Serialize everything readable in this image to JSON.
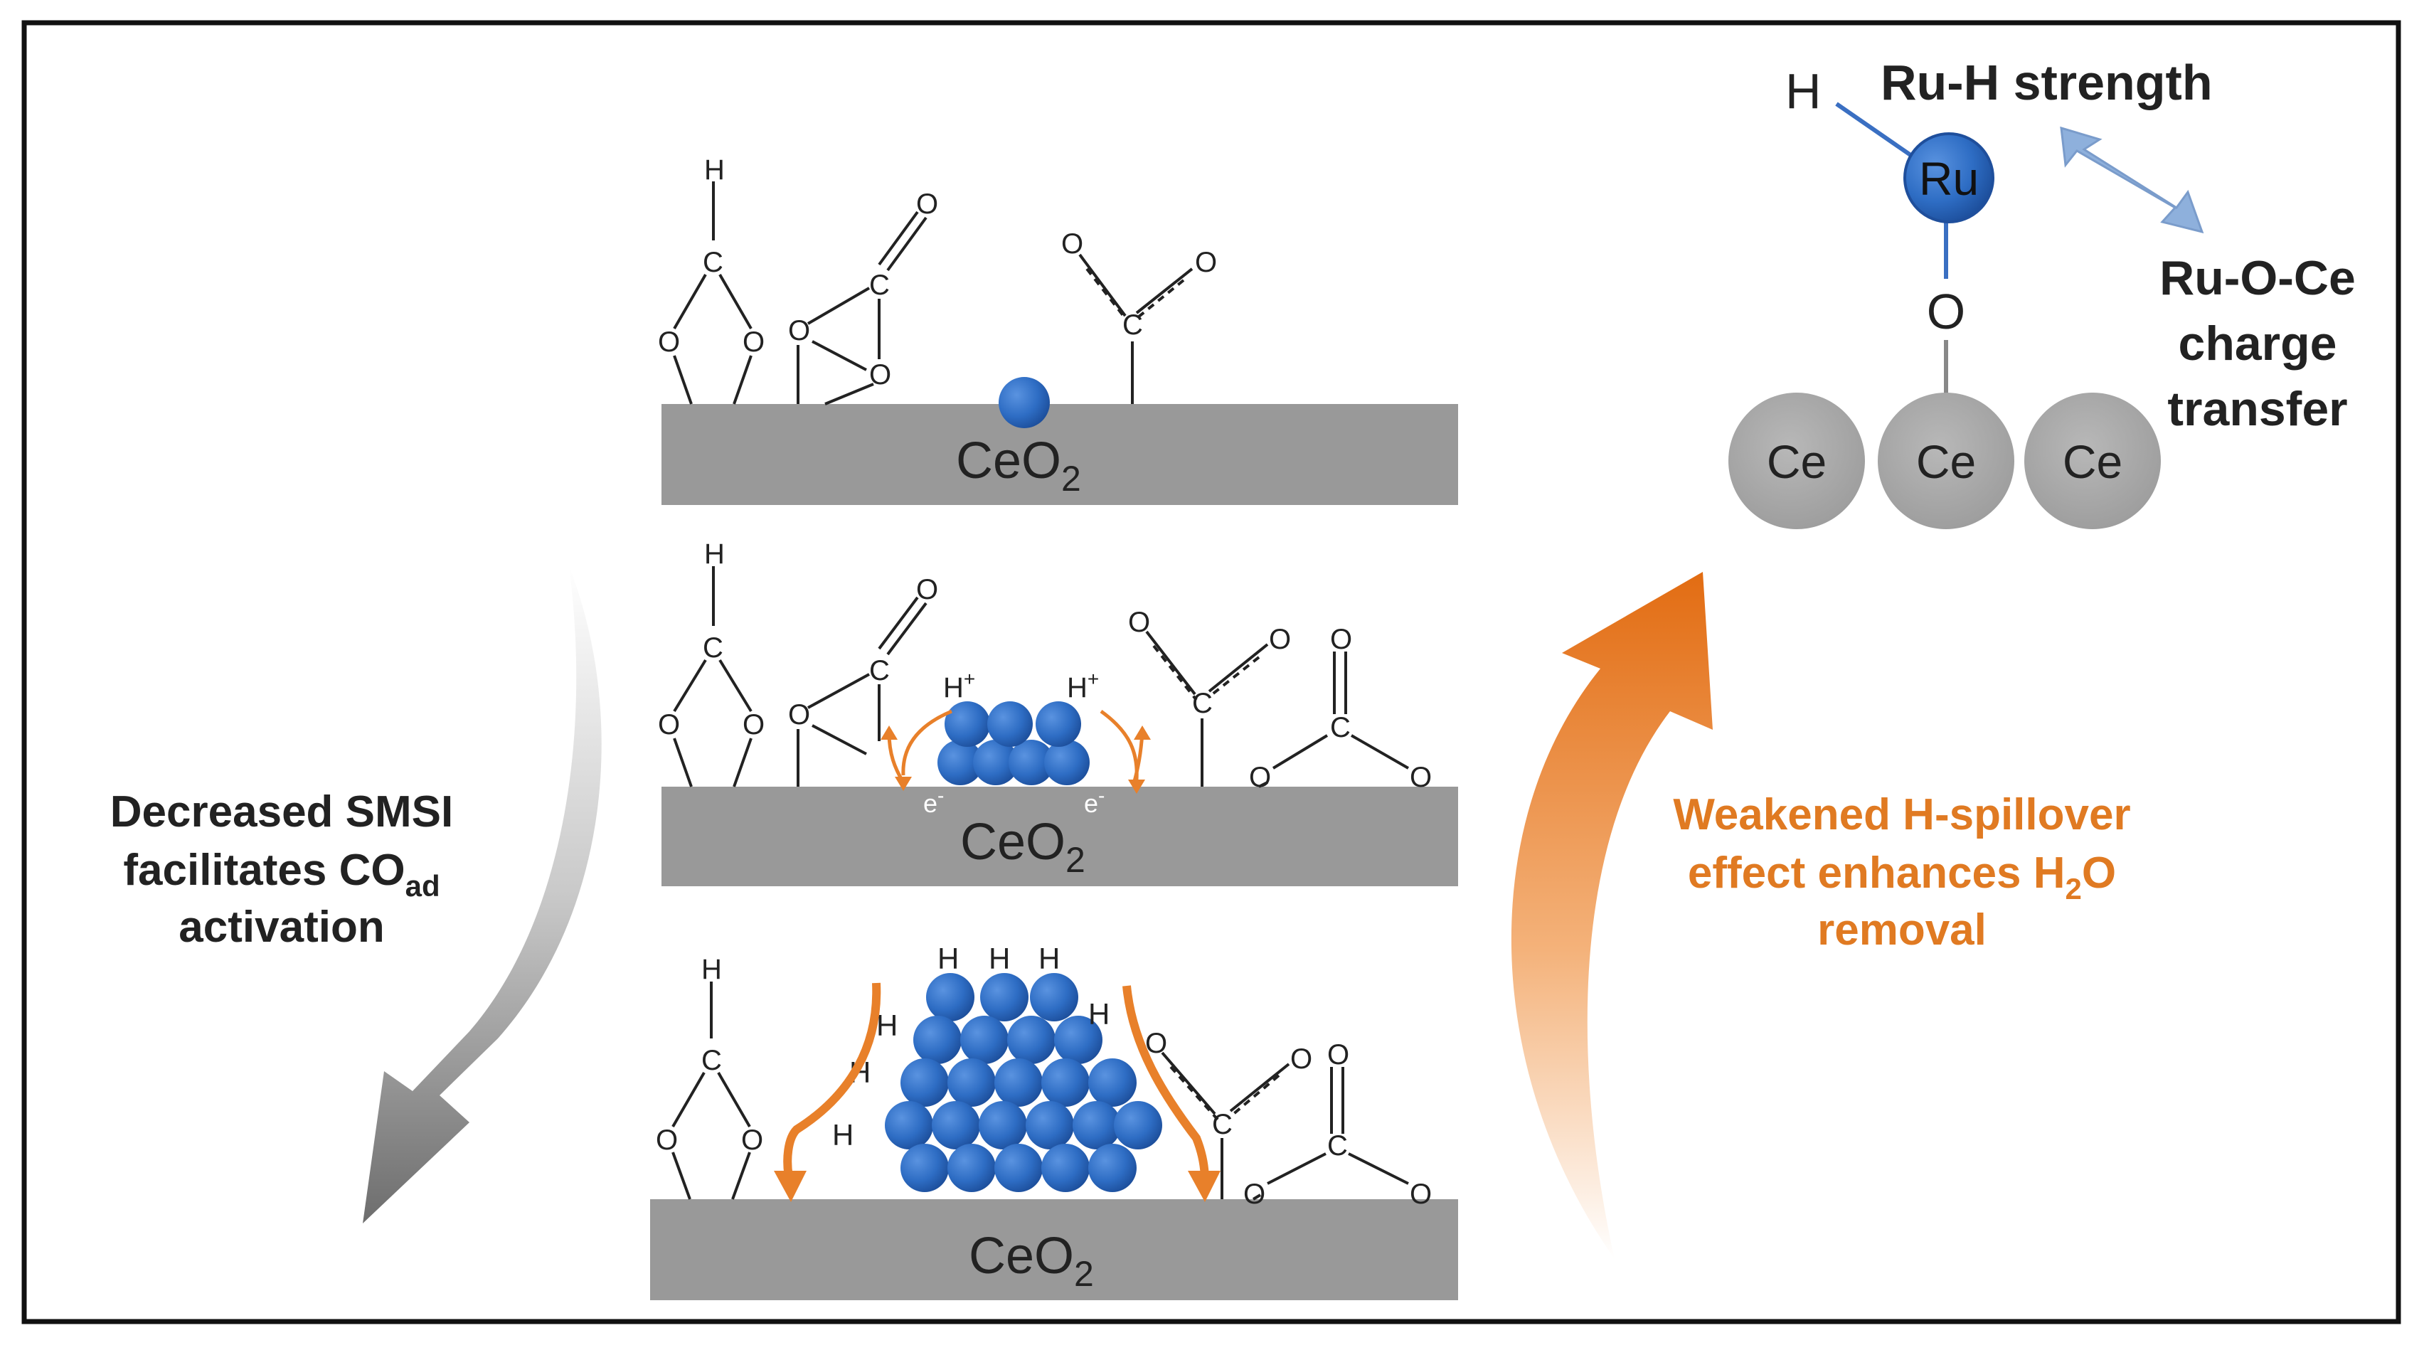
{
  "colors": {
    "frame": "#111111",
    "slab": "#999999",
    "ru_blue": "#2e6dc4",
    "ru_dark": "#1f4f9c",
    "ce_gray": "#a6a6a6",
    "orange": "#e8802a",
    "orange_text": "#e07a22",
    "double_arrow": "#8eb0dc",
    "text_dark": "#222222"
  },
  "support": {
    "panel1_label": "CeO",
    "panel1_sub": "2",
    "panel2_label": "CeO",
    "panel2_sub": "2",
    "panel3_label": "CeO",
    "panel3_sub": "2"
  },
  "left_annotation": {
    "line1": "Decreased SMSI",
    "line2_main": "facilitates CO",
    "line2_sub": "ad",
    "line3": "activation"
  },
  "right_annotation": {
    "line1": "Weakened H-spillover",
    "line2_main": "effect enhances H",
    "line2_sub": "2",
    "line2_end": "O",
    "line3": "removal"
  },
  "inset": {
    "h_label": "H",
    "ru_label": "Ru",
    "o_label": "O",
    "ce_labels": [
      "Ce",
      "Ce",
      "Ce"
    ],
    "ru_h_strength": "Ru-H strength",
    "charge_line1": "Ru-O-Ce",
    "charge_line2": "charge",
    "charge_line3": "transfer"
  },
  "panel2_labels": {
    "h_plus_left": "H",
    "h_plus_right": "H",
    "plus": "+",
    "e_left": "e",
    "e_right": "e",
    "minus": "-"
  },
  "atom_labels": {
    "H": "H",
    "C": "C",
    "O": "O"
  }
}
